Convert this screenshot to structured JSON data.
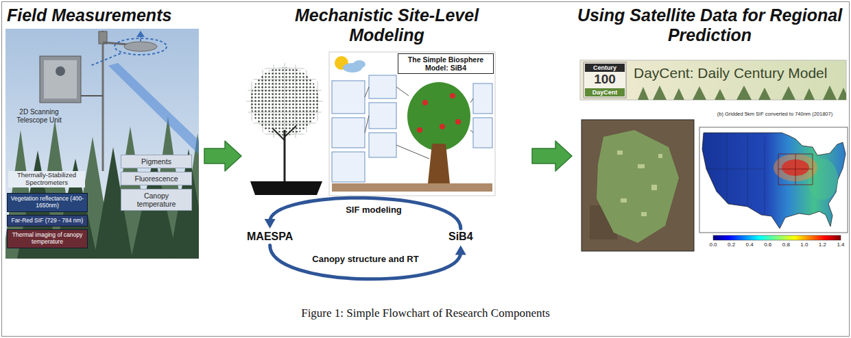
{
  "diagram": {
    "caption": "Figure 1: Simple Flowchart of Research Components",
    "nodes": [
      {
        "text": [
          "Field Measurements"
        ]
      },
      {
        "text": [
          "Pigments"
        ],
        "in": 0
      },
      {
        "text": [
          "Fluorescence"
        ],
        "in": 0
      },
      {
        "text": [
          "Canopy temperature"
        ],
        "in": 0
      },
      {
        "text": [
          "Vegetation reflectance (400-1650nm)"
        ],
        "in": 0
      },
      {
        "text": [
          "Far-Red SIF (729 - 784 nm)"
        ],
        "in": 0
      },
      {
        "text": [
          "Thermal imaging of canopy temperature"
        ],
        "in": 0
      },
      {
        "text": [
          "Mechanistic Site-Level Modeling"
        ]
      },
      {
        "text": [
          "The Simple Biosphere Model: SiB4"
        ],
        "in": 7
      },
      {
        "text": [
          "MAESPA"
        ],
        "in": 7
      },
      {
        "text": [
          "SiB4"
        ],
        "in": 7
      },
      {
        "text": [
          "Using Satellite Data for Regional Prediction"
        ]
      },
      {
        "text": [
          "DayCent: Daily Century Model"
        ],
        "in": 11
      }
    ],
    "edges": [
      {
        "from": 0,
        "to": 7,
        "arrow": "to"
      },
      {
        "from": 7,
        "to": 11,
        "arrow": "to"
      },
      {
        "from": 10,
        "to": 9,
        "arrow": "to",
        "label": "SIF modeling"
      },
      {
        "from": 9,
        "to": 10,
        "arrow": "to",
        "label": "Canopy structure and RT"
      }
    ],
    "labels": [
      "2D Scanning Telescope Unit",
      "Thermally-Stabilized Spectrometers",
      "Century",
      "100",
      "DayCent",
      "(b) Gridded 5km SIF converted to 740nm (201807)",
      "0.0",
      "0.2",
      "0.4",
      "0.6",
      "0.8",
      "1.0",
      "1.2",
      "1.4"
    ]
  }
}
